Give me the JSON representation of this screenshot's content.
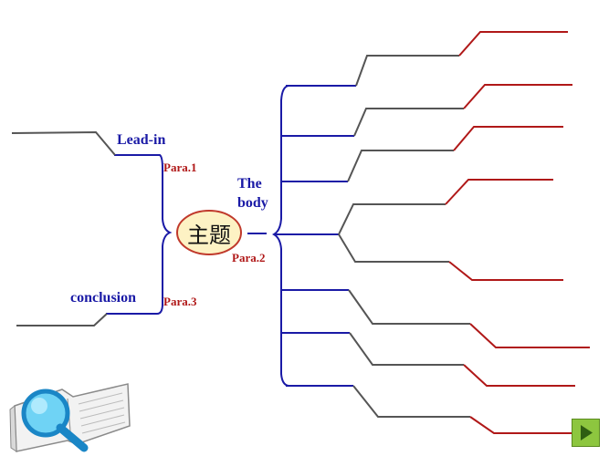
{
  "center": {
    "label": "主题"
  },
  "nodes": {
    "lead_in": "Lead-in",
    "body_line1": "The",
    "body_line2": "body",
    "conclusion": "conclusion"
  },
  "paragraphs": {
    "para1": "Para.1",
    "para2": "Para.2",
    "para3": "Para.3"
  },
  "icons": {
    "decor": "open-book-magnifier-icon",
    "nav": "next-arrow-icon"
  },
  "colors": {
    "blue": "#1a1aa6",
    "red": "#b01818",
    "gray": "#555555",
    "ellipse_fill": "#fdf2c4",
    "ellipse_stroke": "#c0392b",
    "nav_green": "#8dc63f"
  }
}
